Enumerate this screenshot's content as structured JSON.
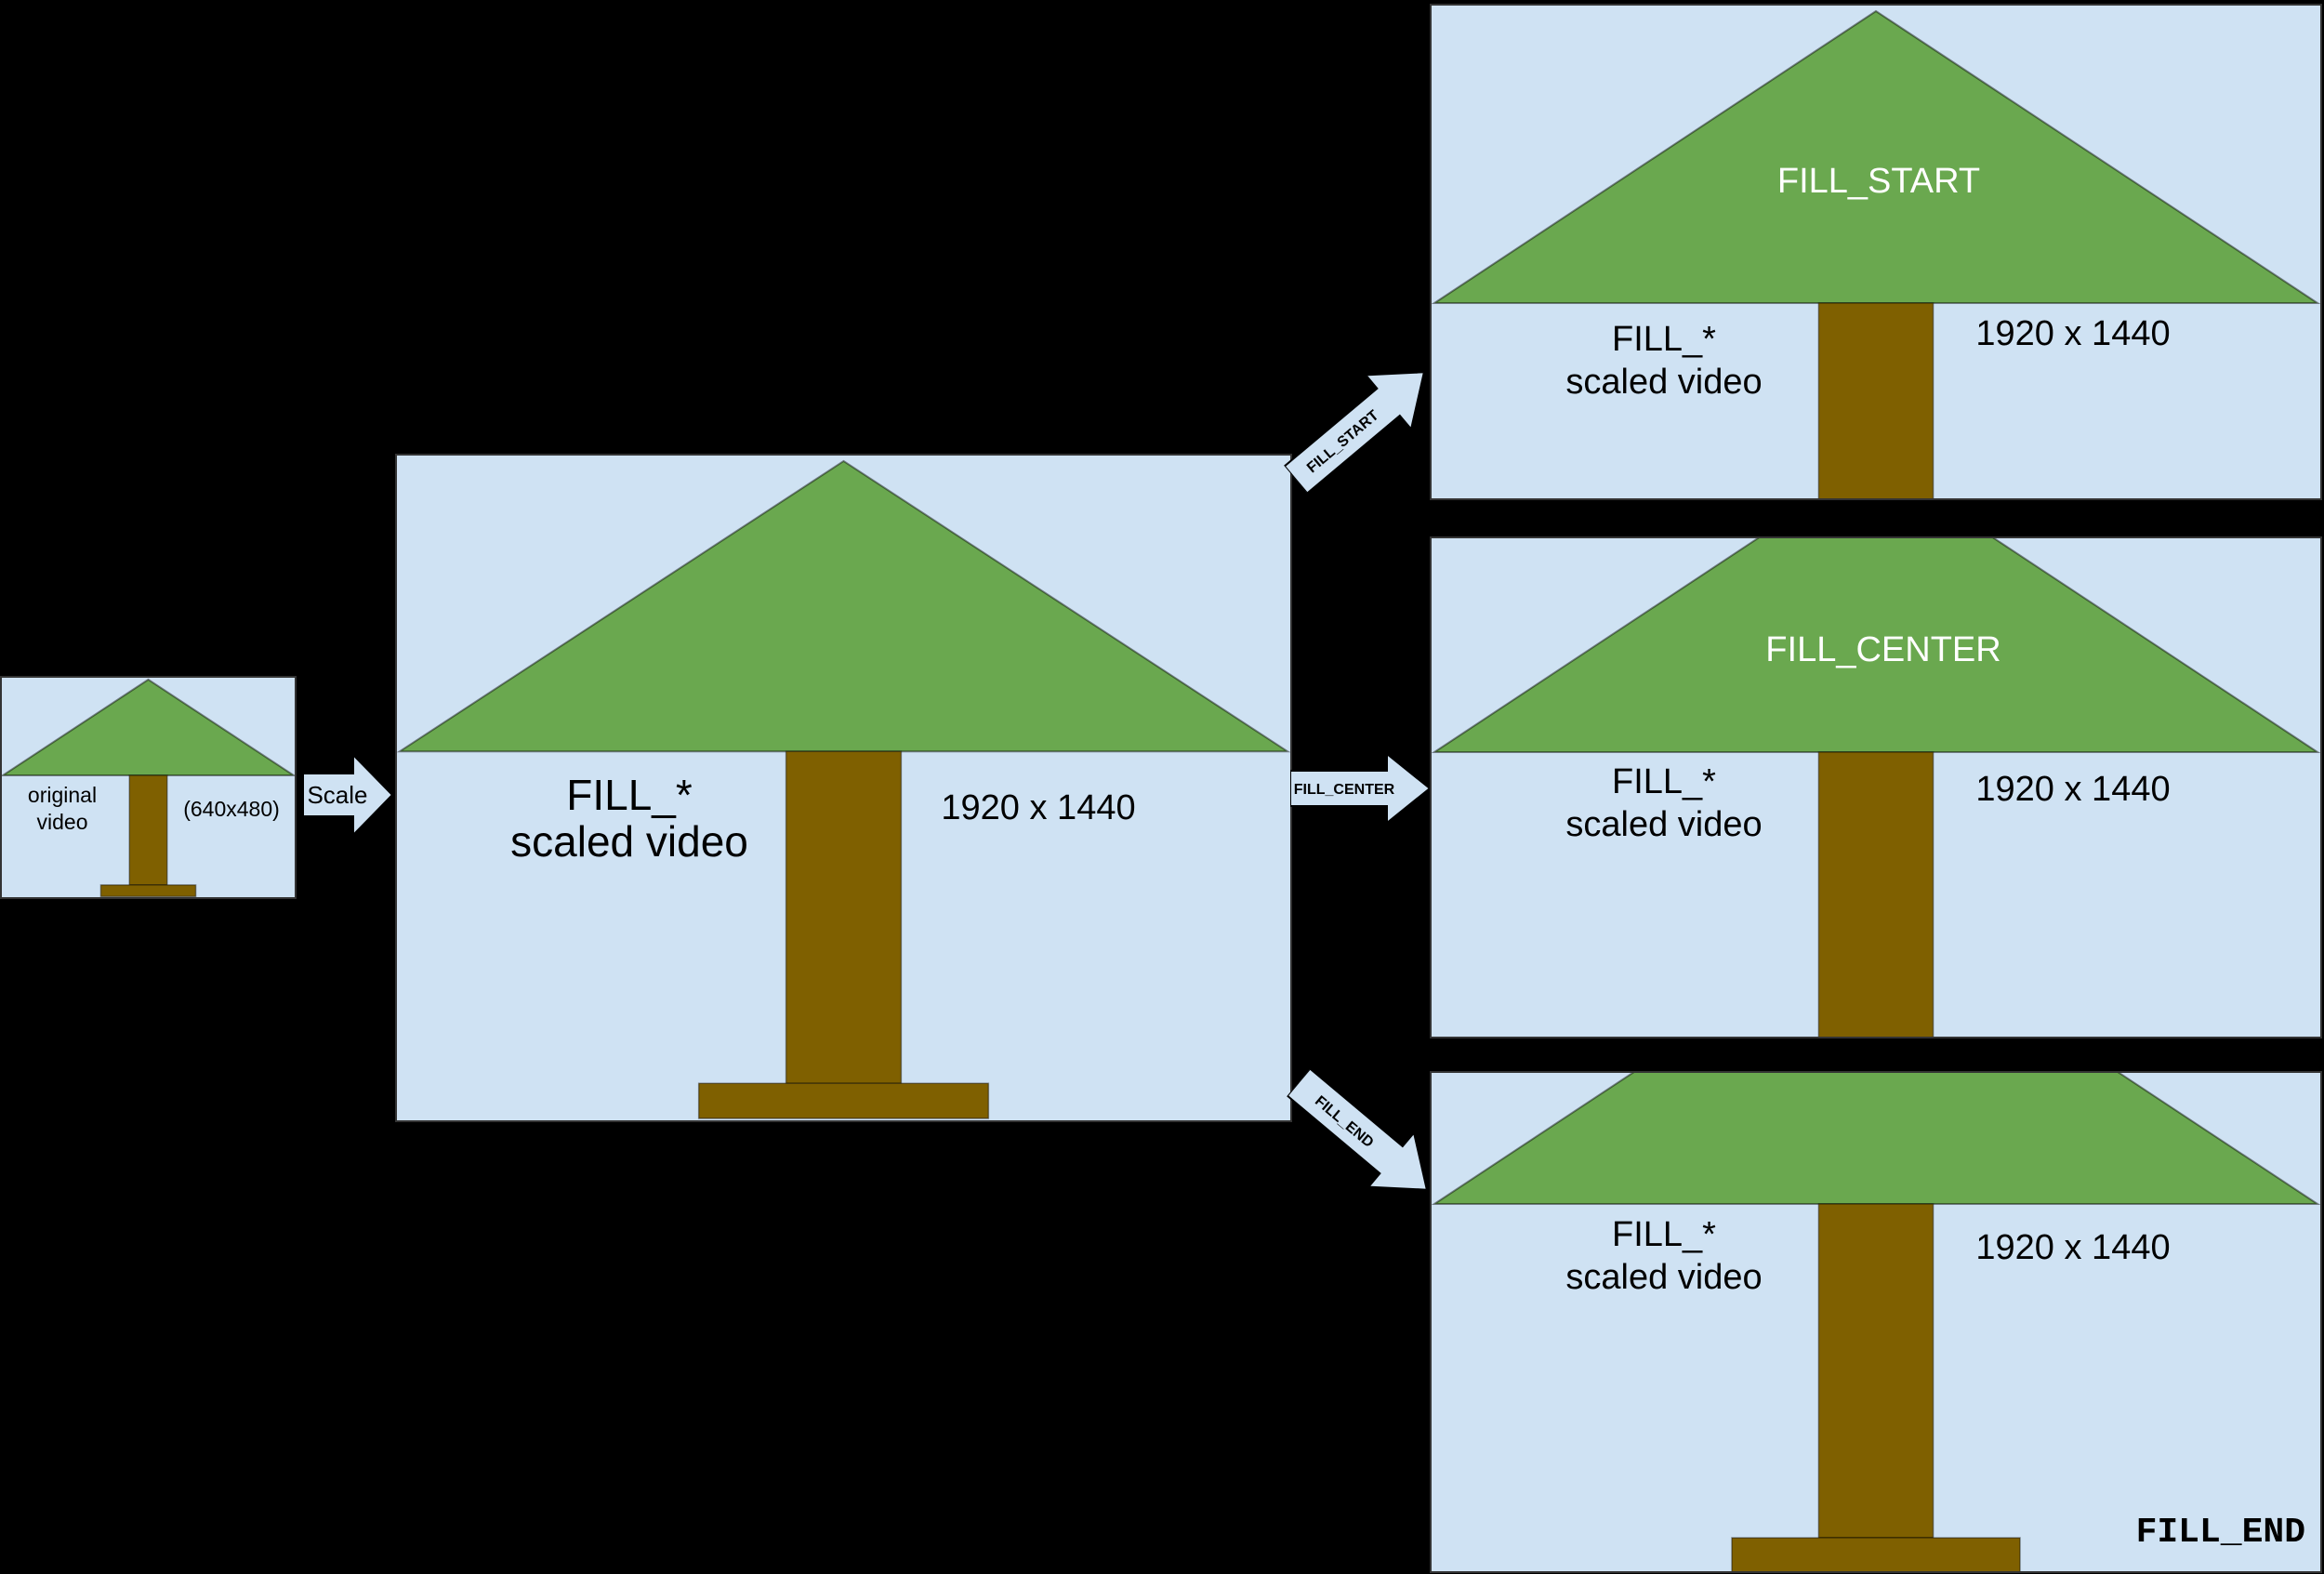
{
  "colors": {
    "background": "#000000",
    "video_bg": "#cfe2f3",
    "tree_green": "#6aa84f",
    "tree_brown": "#7f6000",
    "arrow_fill": "#cfe2f3",
    "text": "#000000",
    "label_white": "#ffffff"
  },
  "original_video": {
    "label_line1": "original",
    "label_line2": "video",
    "dimensions": "(640x480)"
  },
  "scale_arrow": {
    "label": "Scale"
  },
  "scaled_video": {
    "label_line1": "FILL_*",
    "label_line2": "scaled video",
    "dimensions": "1920 x 1440"
  },
  "fill_start": {
    "arrow_label": "FILL_START",
    "overlay_label": "FILL_START"
  },
  "fill_center": {
    "arrow_label": "FILL_CENTER",
    "overlay_label": "FILL_CENTER"
  },
  "fill_end": {
    "arrow_label": "FILL_END",
    "corner_label": "FILL_END"
  }
}
